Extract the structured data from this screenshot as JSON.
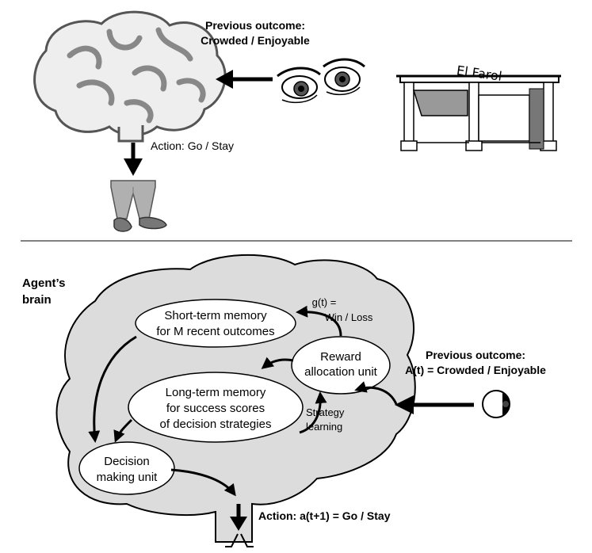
{
  "top": {
    "previous_outcome_line1": "Previous outcome:",
    "previous_outcome_line2": "Crowded / Enjoyable",
    "action_label": "Action: Go / Stay",
    "bar_sign": "El Farol"
  },
  "bottom": {
    "brain_label_line1": "Agent’s",
    "brain_label_line2": "brain",
    "short_term_line1": "Short-term memory",
    "short_term_line2": "for M recent outcomes",
    "reward_line1": "Reward",
    "reward_line2": "allocation unit",
    "long_term_line1": "Long-term memory",
    "long_term_line2": "for success scores",
    "long_term_line3": "of decision strategies",
    "decision_line1": "Decision",
    "decision_line2": "making unit",
    "g_line1": "g(t) =",
    "g_line2": "Win / Loss",
    "strategy_line1": "Strategy",
    "strategy_line2": "learning",
    "previous_outcome_line1": "Previous outcome:",
    "previous_outcome_line2": "A(t) = Crowded / Enjoyable",
    "action_label": "Action: a(t+1) = Go / Stay"
  },
  "colors": {
    "brain_fill": "#dcdcdc",
    "legs_fill": "#b0b0b0",
    "awning_fill": "#999999",
    "stroke": "#000000"
  }
}
